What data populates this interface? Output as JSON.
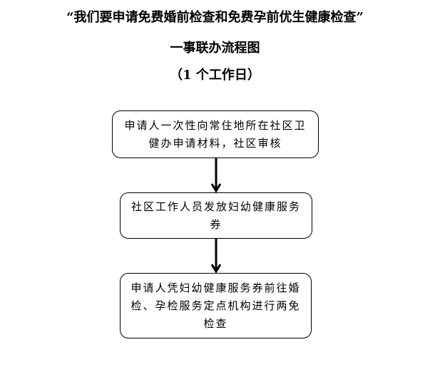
{
  "title": {
    "line1": "“我们要申请免费婚前检查和免费孕前优生健康检查”",
    "line2": "一事联办流程图",
    "line3": "（1 个工作日）"
  },
  "steps": [
    {
      "text": "申请人一次性向常住地所在社区卫健办申请材料，社区审核"
    },
    {
      "text": "社区工作人员发放妇幼健康服务券"
    },
    {
      "text": "申请人凭妇幼健康服务券前往婚检、孕检服务定点机构进行两免检查"
    }
  ]
}
